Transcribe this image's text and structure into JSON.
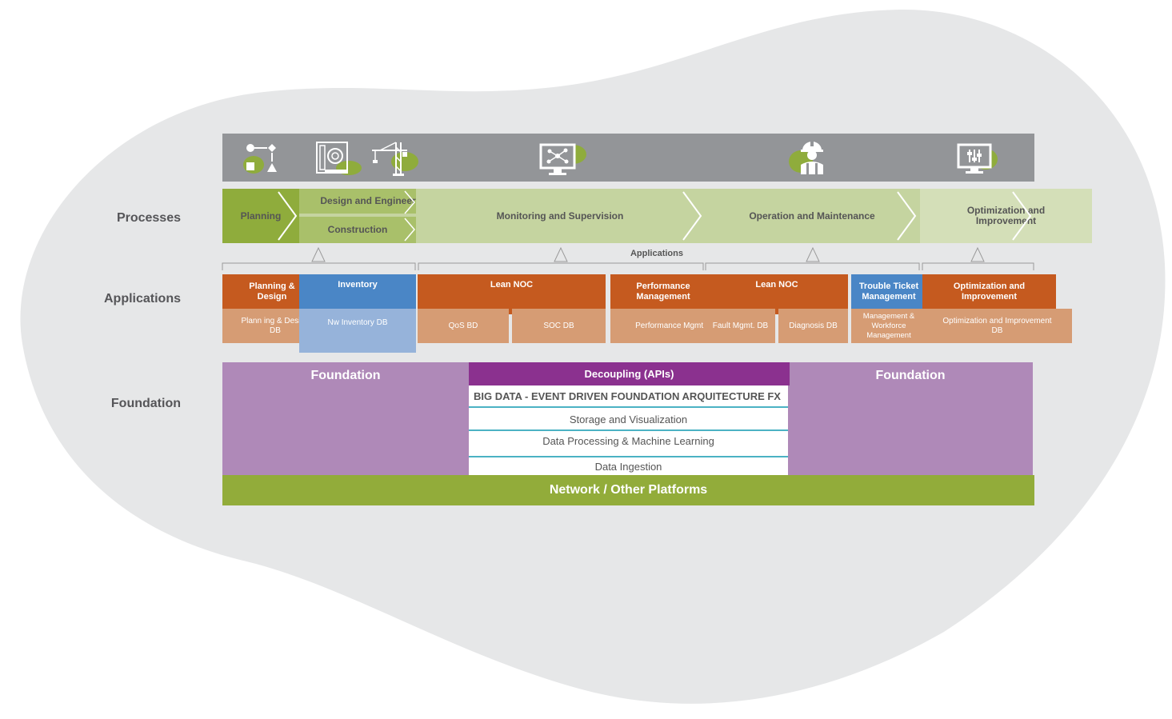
{
  "row_labels": {
    "processes": "Processes",
    "applications": "Applications",
    "foundation": "Foundation"
  },
  "icons": [
    "planning-flow-icon",
    "data-storage-icon",
    "construction-crane-icon",
    "network-monitor-icon",
    "field-worker-icon",
    "settings-monitor-icon"
  ],
  "processes": {
    "planning": "Planning",
    "design_engineering": "Design and Engineering",
    "construction": "Construction",
    "monitoring": "Monitoring and Supervision",
    "operation": "Operation and Maintenance",
    "optimization": "Optimization and Improvement"
  },
  "applications_label": "Applications",
  "applications": {
    "planning_design": "Planning & Design",
    "planning_design_db": "Plann ing & Design DB",
    "inventory": "Inventory",
    "inventory_db": "Nw Inventory DB",
    "lean_noc_1": "Lean NOC",
    "qos_db": "QoS BD",
    "soc_db": "SOC DB",
    "performance": "Performance Management",
    "performance_db": "Performance Mgmt DB",
    "lean_noc_2": "Lean NOC",
    "fault_db": "Fault Mgmt. DB",
    "diagnosis_db": "Diagnosis DB",
    "trouble_ticket": "Trouble Ticket Management",
    "workforce": "Management & Workforce Management",
    "optimization": "Optimization and Improvement",
    "optimization_db": "Optimization and Improvement DB"
  },
  "foundation": {
    "left": "Foundation",
    "right": "Foundation",
    "decoupling": "Decoupling (APIs)",
    "big_data": "BIG DATA - EVENT DRIVEN FOUNDATION ARQUITECTURE FX",
    "storage": "Storage and Visualization",
    "processing": "Data Processing & Machine Learning",
    "ingestion": "Data Ingestion",
    "network": "Network / Other Platforms"
  },
  "colors": {
    "blob": "#e6e7e8",
    "icon_bar": "#939598",
    "green_dark": "#8fac3c",
    "green_mid": "#a9c06a",
    "green_light": "#c5d4a0",
    "orange": "#c55a1f",
    "orange_light": "#d69c74",
    "blue": "#4a86c6",
    "blue_light": "#96b3da",
    "purple_light": "#af89b8",
    "purple_dark": "#8b318f",
    "network_green": "#92ac3a"
  }
}
